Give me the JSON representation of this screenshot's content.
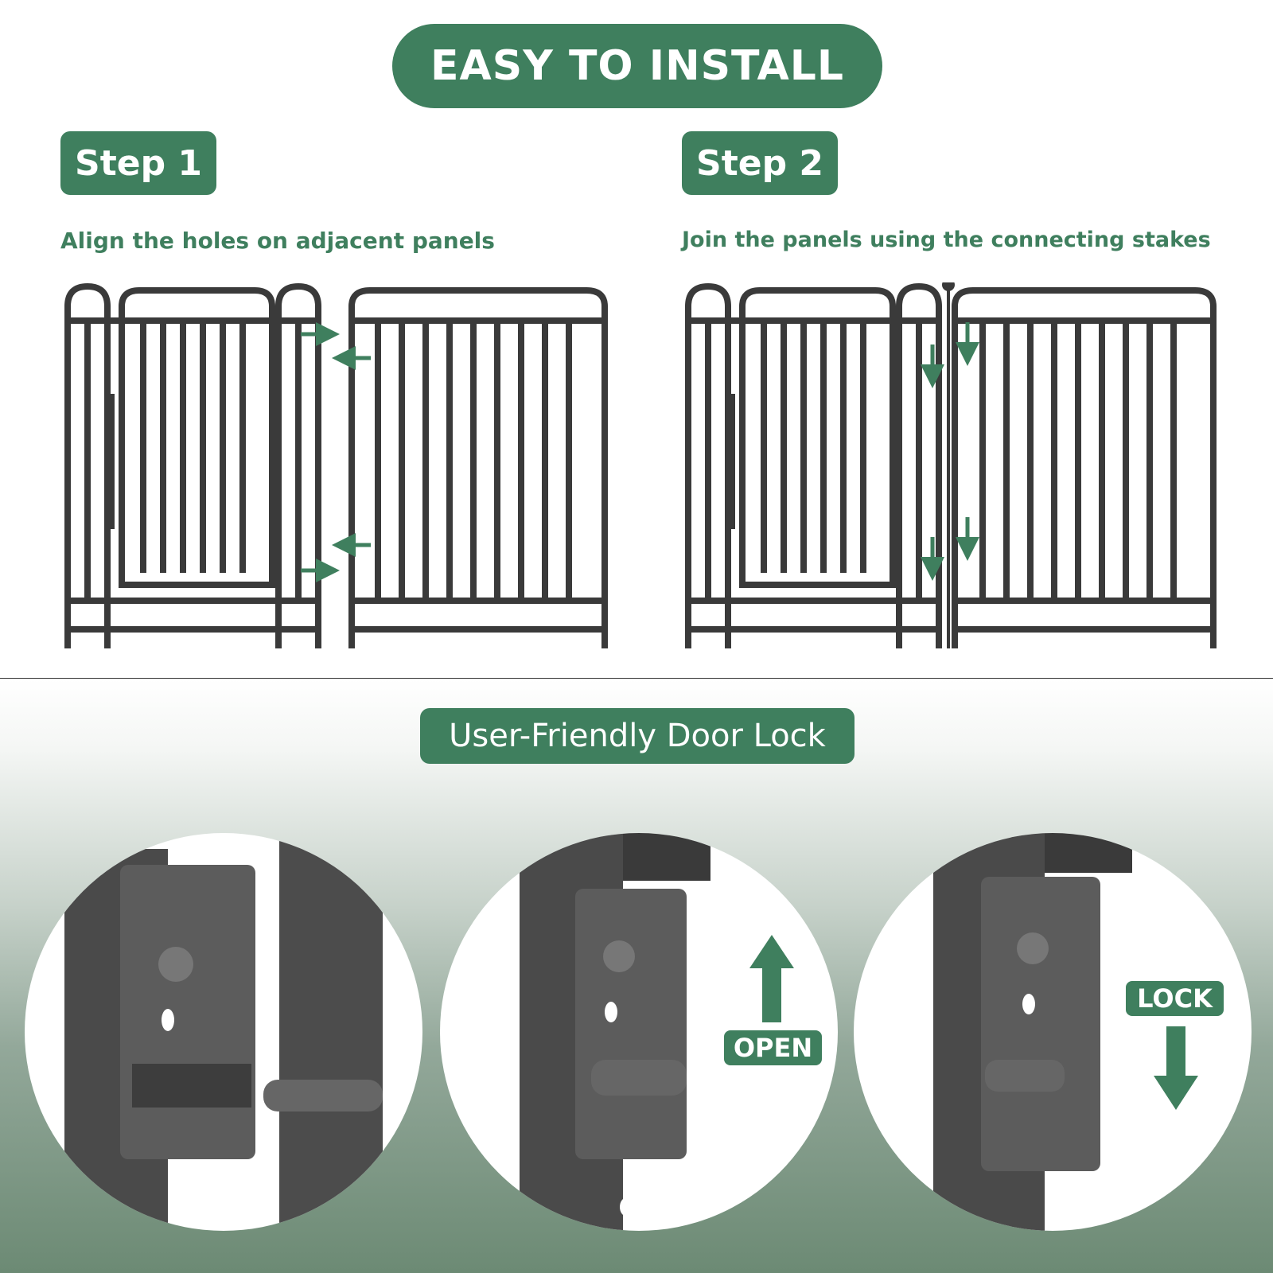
{
  "header": {
    "title": "EASY TO INSTALL"
  },
  "steps": [
    {
      "label": "Step 1",
      "instruction": "Align the holes on adjacent panels"
    },
    {
      "label": "Step 2",
      "instruction": "Join the panels using the connecting stakes"
    }
  ],
  "lock_section": {
    "title": "User-Friendly Door Lock",
    "open_label": "OPEN",
    "lock_label": "LOCK"
  },
  "colors": {
    "accent": "#3f7f5e",
    "metal": "#3a3a3a"
  }
}
